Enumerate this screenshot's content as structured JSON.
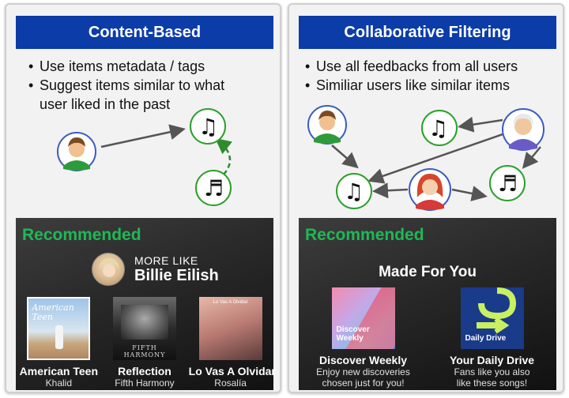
{
  "left": {
    "title": "Content-Based",
    "bullets": [
      "Use items metadata / tags",
      "Suggest items similar to what",
      "user liked in the past"
    ],
    "recommended": {
      "heading": "Recommended",
      "more_like_label": "MORE LIKE",
      "artist": "Billie Eilish",
      "albums": [
        {
          "title": "American Teen",
          "artist": "Khalid",
          "cover_text": "American Teen"
        },
        {
          "title": "Reflection",
          "artist": "Fifth Harmony",
          "cover_text": "FIFTH HARMONY"
        },
        {
          "title": "Lo Vas A Olvidar",
          "artist": "Rosalía",
          "cover_text": "Lo Vas A Olvidar"
        }
      ]
    }
  },
  "right": {
    "title": "Collaborative Filtering",
    "bullets": [
      "Use all feedbacks from all users",
      "Similiar users like similar items"
    ],
    "recommended": {
      "heading": "Recommended",
      "made_for": "Made For You",
      "mixes": [
        {
          "title": "Discover Weekly",
          "cover_label": "Discover Weekly",
          "desc1": "Enjoy new discoveries",
          "desc2": "chosen just for you!"
        },
        {
          "title": "Your Daily Drive",
          "cover_label": "Daily Drive",
          "desc1": "Fans like you also",
          "desc2": "like these songs!"
        }
      ]
    }
  },
  "icons": {
    "note": "♫",
    "note_alt": "♬"
  },
  "colors": {
    "title_bg": "#0b3ca8",
    "recommended_green": "#1db954",
    "node_border": "#2aa02a",
    "dashed_arrow": "#2e8b2e"
  }
}
